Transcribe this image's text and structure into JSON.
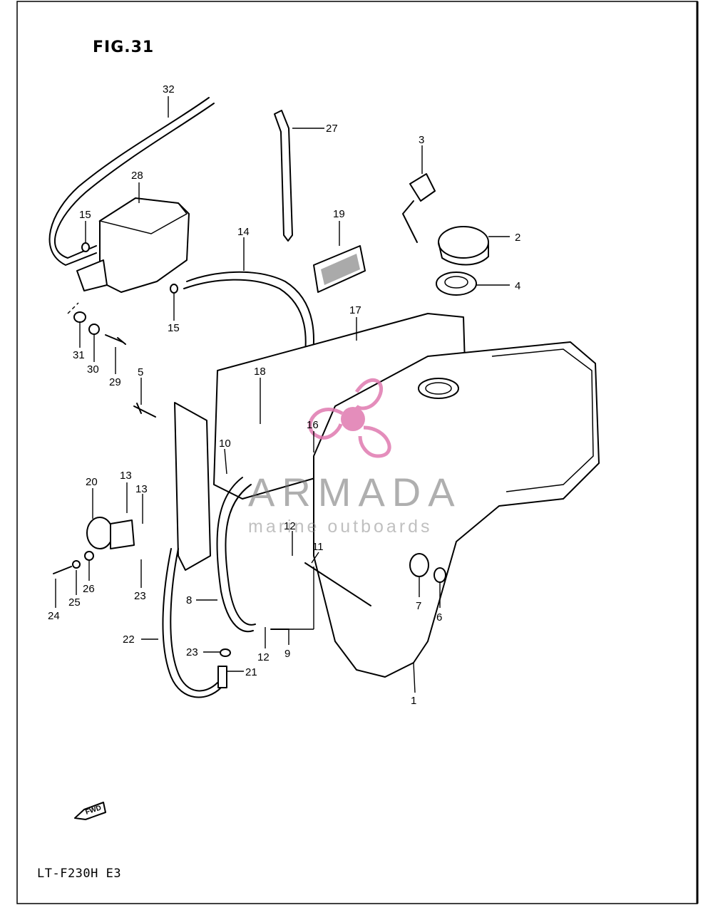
{
  "figure_title": "FIG.31",
  "model_code": "LT-F230H E3",
  "fwd_label": "FWD",
  "watermark": {
    "brand": "ARMADA",
    "tagline": "marine outboards",
    "color": "#e07ab0"
  },
  "callouts": [
    {
      "id": "c1",
      "label": "1"
    },
    {
      "id": "c2",
      "label": "2"
    },
    {
      "id": "c3",
      "label": "3"
    },
    {
      "id": "c4",
      "label": "4"
    },
    {
      "id": "c5",
      "label": "5"
    },
    {
      "id": "c6",
      "label": "6"
    },
    {
      "id": "c7",
      "label": "7"
    },
    {
      "id": "c8",
      "label": "8"
    },
    {
      "id": "c9",
      "label": "9"
    },
    {
      "id": "c10",
      "label": "10"
    },
    {
      "id": "c11",
      "label": "11"
    },
    {
      "id": "c12a",
      "label": "12"
    },
    {
      "id": "c12b",
      "label": "12"
    },
    {
      "id": "c13a",
      "label": "13"
    },
    {
      "id": "c13b",
      "label": "13"
    },
    {
      "id": "c14",
      "label": "14"
    },
    {
      "id": "c15a",
      "label": "15"
    },
    {
      "id": "c15b",
      "label": "15"
    },
    {
      "id": "c16",
      "label": "16"
    },
    {
      "id": "c17",
      "label": "17"
    },
    {
      "id": "c18",
      "label": "18"
    },
    {
      "id": "c19",
      "label": "19"
    },
    {
      "id": "c20",
      "label": "20"
    },
    {
      "id": "c21",
      "label": "21"
    },
    {
      "id": "c22",
      "label": "22"
    },
    {
      "id": "c23a",
      "label": "23"
    },
    {
      "id": "c23b",
      "label": "23"
    },
    {
      "id": "c24",
      "label": "24"
    },
    {
      "id": "c25",
      "label": "25"
    },
    {
      "id": "c26",
      "label": "26"
    },
    {
      "id": "c27",
      "label": "27"
    },
    {
      "id": "c28",
      "label": "28"
    },
    {
      "id": "c29",
      "label": "29"
    },
    {
      "id": "c30",
      "label": "30"
    },
    {
      "id": "c31",
      "label": "31"
    },
    {
      "id": "c32",
      "label": "32"
    }
  ]
}
